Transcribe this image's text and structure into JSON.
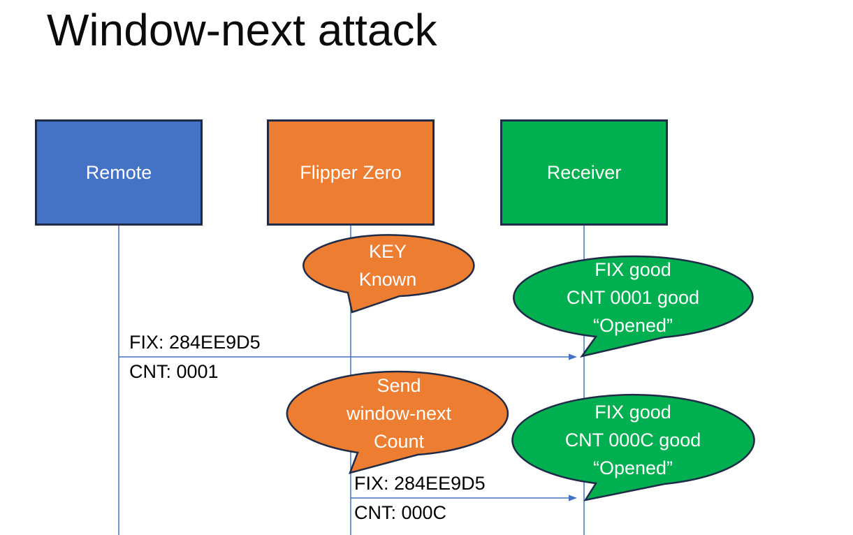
{
  "title": "Window-next attack",
  "colors": {
    "remote_fill": "#4472C4",
    "flipper_fill": "#ED7D31",
    "receiver_fill": "#00B050",
    "shape_outline": "#1F2B47",
    "connector": "#4472C4",
    "shape_text": "#FFFFFF",
    "label_text": "#000000"
  },
  "actors": [
    {
      "label": "Remote"
    },
    {
      "label": "Flipper Zero"
    },
    {
      "label": "Receiver"
    }
  ],
  "callouts": [
    {
      "speaker": "Flipper Zero",
      "lines": [
        "KEY",
        "Known"
      ]
    },
    {
      "speaker": "Receiver",
      "lines": [
        "FIX good",
        "CNT 0001 good",
        "“Opened”"
      ]
    },
    {
      "speaker": "Flipper Zero",
      "lines": [
        "Send",
        "window-next",
        "Count"
      ]
    },
    {
      "speaker": "Receiver",
      "lines": [
        "FIX good",
        "CNT 000C good",
        "“Opened”"
      ]
    }
  ],
  "messages": [
    {
      "from": "Remote",
      "to": "Receiver",
      "label_top": "FIX: 284EE9D5",
      "label_bottom": "CNT: 0001"
    },
    {
      "from": "Flipper Zero",
      "to": "Receiver",
      "label_top": "FIX: 284EE9D5",
      "label_bottom": "CNT: 000C"
    }
  ]
}
